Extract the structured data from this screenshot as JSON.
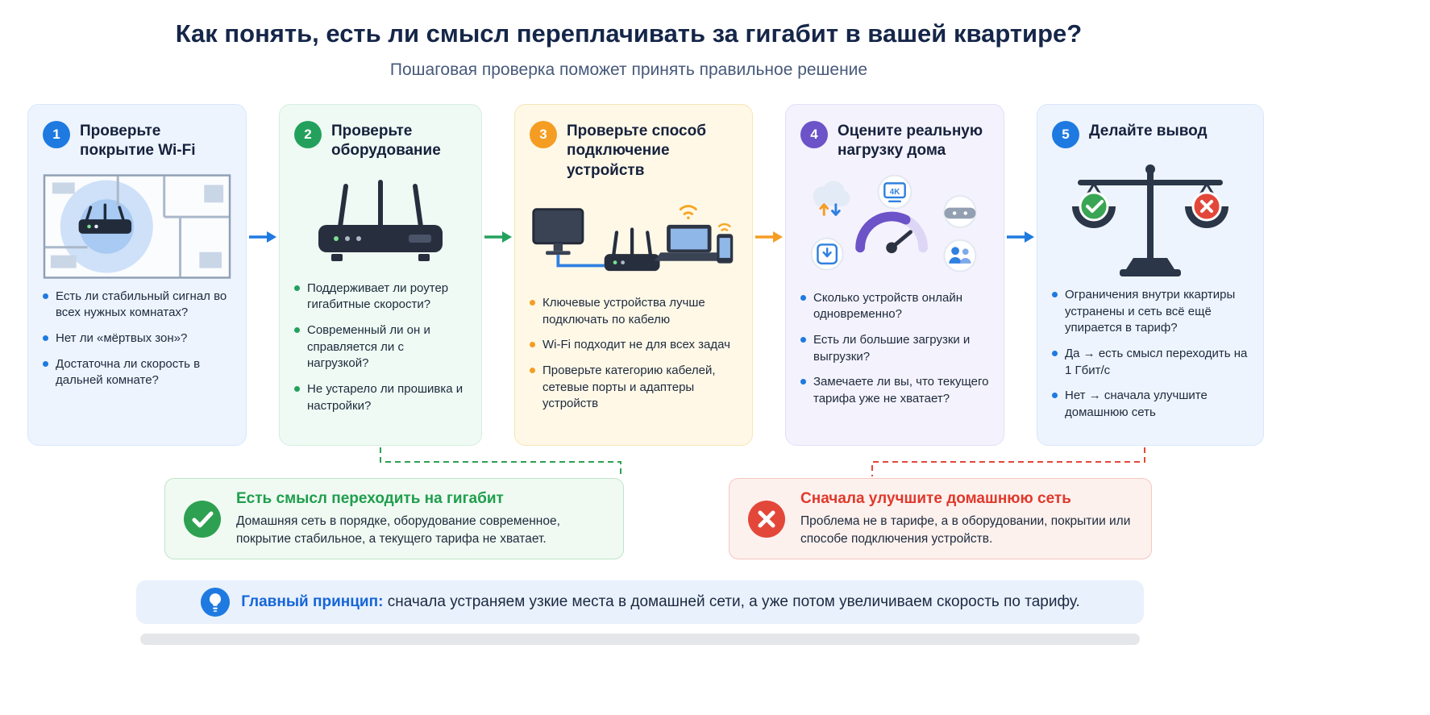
{
  "header": {
    "title": "Как понять, есть ли смысл переплачивать за гигабит в вашей квартире?",
    "subtitle": "Пошаговая проверка поможет принять правильное решение"
  },
  "steps": [
    {
      "number": "1",
      "title": "Проверьте покрытие Wi-Fi",
      "illustration": "wifi-coverage-floorplan",
      "bullets": [
        "Есть ли стабильный сигнал во всех нужных комнатах?",
        "Нет ли «мёртвых зон»?",
        "Достаточна ли скорость в дальней комнате?"
      ]
    },
    {
      "number": "2",
      "title": "Проверьте оборудование",
      "illustration": "router",
      "bullets": [
        "Поддерживает ли роутер гигабитные скорости?",
        "Современный ли он и справляется ли с нагрузкой?",
        "Не устарело ли прошивка и настройки?"
      ]
    },
    {
      "number": "3",
      "title": "Проверьте способ подключение устройств",
      "illustration": "wired-and-wireless-devices",
      "bullets": [
        "Ключевые устройства лучше подключать по кабелю",
        "Wi-Fi подходит не для всех задач",
        "Проверьте категорию кабелей, сетевые порты и адаптеры устройств"
      ]
    },
    {
      "number": "4",
      "title": "Оцените реальную нагрузку дома",
      "illustration": "home-load-gauge-icons",
      "bullets": [
        "Сколько устройств онлайн одновременно?",
        "Есть ли большие загрузки и выгрузки?",
        "Замечаете ли вы, что текущего тарифа уже не хватает?"
      ]
    },
    {
      "number": "5",
      "title": "Делайте вывод",
      "illustration": "balance-scale",
      "bullets": [
        "Ограничения внутри ккартиры устранены и сеть всё ещё упирается в тариф?",
        "Да → есть смысл переходить на 1 Гбит/с",
        "Нет → сначала улучшите домашнюю сеть"
      ]
    }
  ],
  "outcomes": {
    "positive": {
      "title": "Есть смысл переходить на гигабит",
      "text": "Домашняя сеть в порядке, оборудование современное, покрытие стабильное, а текущего тарифа не хватает."
    },
    "negative": {
      "title": "Сначала улучшите домашнюю сеть",
      "text": "Проблема не в тарифе, а в оборудовании, покрытии или способе подключения устройств."
    }
  },
  "principle": {
    "label": "Главный принцип:",
    "text": "сначала устраняем узкие места в домашней сети, а уже потом увеличиваем скорость по тарифу."
  },
  "colors": {
    "step_blue": "#1e7ae0",
    "step_green": "#23a15c",
    "step_orange": "#f59d23",
    "step_purple": "#6c53c8",
    "positive_green": "#2ea052",
    "negative_red": "#e3473a",
    "principle_blue": "#1565d8"
  }
}
